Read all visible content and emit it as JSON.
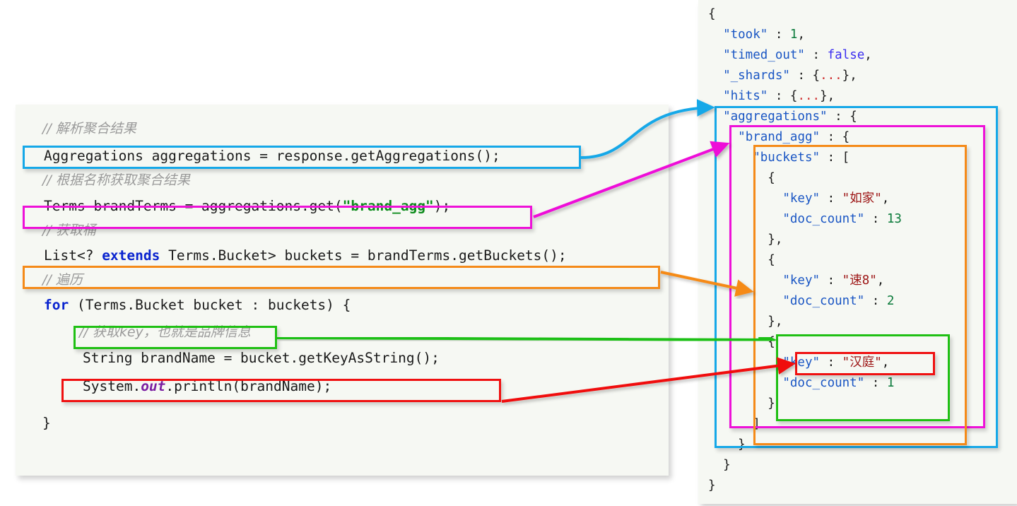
{
  "code_panel": {
    "language": "java",
    "lines": [
      {
        "kind": "comment",
        "text": "// 解析聚合结果"
      },
      {
        "kind": "code",
        "text": "Aggregations aggregations = response.getAggregations();",
        "box": "cyan"
      },
      {
        "kind": "comment",
        "text": "// 根据名称获取聚合结果"
      },
      {
        "kind": "code",
        "pre": "Terms brandTerms = aggregations.get(",
        "hl": "\"brand_agg\"",
        "post": ");",
        "box": "magenta"
      },
      {
        "kind": "comment",
        "text": "// 获取桶"
      },
      {
        "kind": "code",
        "pre": "List<? ",
        "kw": "extends",
        "post": " Terms.Bucket> buckets = brandTerms.getBuckets();",
        "box": "orange"
      },
      {
        "kind": "comment",
        "text": "// 遍历"
      },
      {
        "kind": "code",
        "kw": "for",
        "post": " (Terms.Bucket bucket : buckets) {",
        "box": "green"
      },
      {
        "kind": "comment",
        "text": "// 获取key，也就是品牌信息",
        "indent": 2
      },
      {
        "kind": "code",
        "text": "String brandName = bucket.getKeyAsString();",
        "box": "red",
        "indent": 2
      },
      {
        "kind": "code",
        "pre": "System.",
        "fld": "out",
        "post": ".println(brandName);",
        "indent": 2
      },
      {
        "kind": "code",
        "text": "}"
      }
    ]
  },
  "json_panel": {
    "lines": [
      "{",
      "  \"took\" : 1,",
      "  \"timed_out\" : false,",
      "  \"_shards\" : {...},",
      "  \"hits\" : {...},",
      "  \"aggregations\" : {",
      "    \"brand_agg\" : {",
      "      \"buckets\" : [",
      "        {",
      "          \"key\" : \"如家\",",
      "          \"doc_count\" : 13",
      "        },",
      "        {",
      "          \"key\" : \"速8\",",
      "          \"doc_count\" : 2",
      "        },",
      "        {",
      "          \"key\" : \"汉庭\",",
      "          \"doc_count\" : 1",
      "        }",
      "      ]",
      "    }",
      "  }",
      "}"
    ],
    "tokens": {
      "took_key": "\"took\"",
      "took_value": "1",
      "timed_out_key": "\"timed_out\"",
      "timed_out_value": "false",
      "shards_key": "\"_shards\"",
      "shards_value": "{...}",
      "hits_key": "\"hits\"",
      "hits_value": "{...}",
      "aggregations_key": "\"aggregations\"",
      "brand_agg_key": "\"brand_agg\"",
      "buckets_key": "\"buckets\"",
      "key_key": "\"key\"",
      "doc_count_key": "\"doc_count\""
    },
    "buckets": [
      {
        "key": "\"如家\"",
        "doc_count": "13"
      },
      {
        "key": "\"速8\"",
        "doc_count": "2"
      },
      {
        "key": "\"汉庭\"",
        "doc_count": "1"
      }
    ]
  },
  "colors": {
    "cyan": "#15a8e8",
    "magenta": "#ee11d8",
    "orange": "#f58a18",
    "green": "#1fc013",
    "red": "#f01010",
    "panel_bg": "#f6f8f3",
    "json_key": "#1a56c4",
    "json_string": "#9c1313",
    "json_number": "#0a7a3a",
    "json_boolean": "#3b2ef0",
    "code_keyword": "#0a24cf",
    "code_string": "#0a8a19",
    "code_field": "#7b1fa2",
    "comment": "#9a9a9a"
  },
  "mappings": [
    {
      "color": "cyan",
      "from": "Aggregations aggregations = response.getAggregations();",
      "to": "\"aggregations\""
    },
    {
      "color": "magenta",
      "from": "Terms brandTerms = aggregations.get(\"brand_agg\");",
      "to": "\"brand_agg\""
    },
    {
      "color": "orange",
      "from": "List<? extends Terms.Bucket> buckets = brandTerms.getBuckets();",
      "to": "\"buckets\""
    },
    {
      "color": "green",
      "from": "Terms.Bucket bucket",
      "to": "bucket object"
    },
    {
      "color": "red",
      "from": "String brandName = bucket.getKeyAsString();",
      "to": "\"key\" : \"汉庭\""
    }
  ]
}
